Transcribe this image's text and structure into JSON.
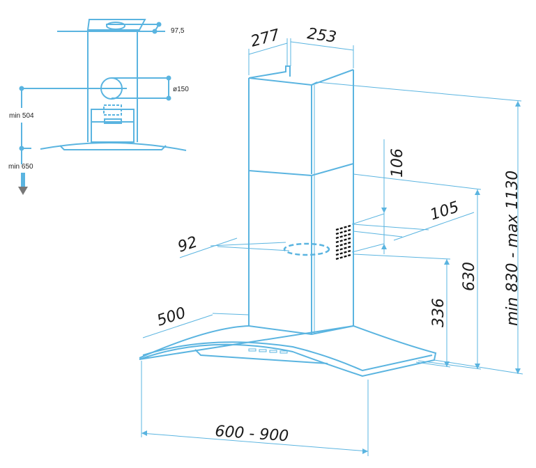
{
  "side_view": {
    "dim_top": "97,5",
    "dim_duct": "ø150",
    "dim_min_504": "min 504",
    "dim_min_650": "min 650"
  },
  "main_view": {
    "dim_depth_chimney": "277",
    "dim_width_chimney": "253",
    "dim_total_height": "min 830 - max 1130",
    "dim_630": "630",
    "dim_336": "336",
    "dim_106": "106",
    "dim_105": "105",
    "dim_92": "92",
    "dim_500": "500",
    "dim_width_hood": "600 - 900"
  },
  "colors": {
    "line": "#5ab4e0",
    "arrow": "#777777"
  }
}
